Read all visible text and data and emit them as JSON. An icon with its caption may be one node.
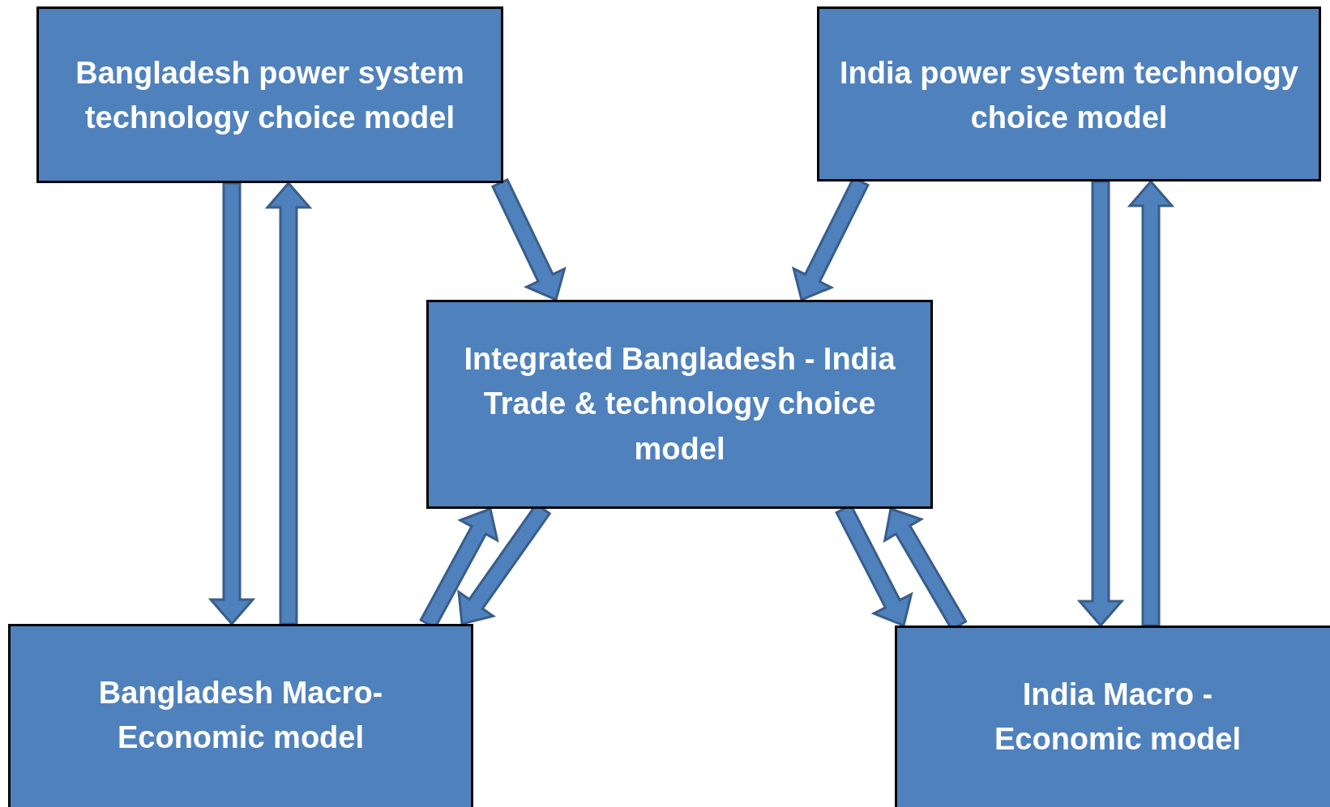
{
  "diagram": {
    "nodes": [
      {
        "text": [
          "Bangladesh power system technology choice model"
        ]
      },
      {
        "text": [
          "India power system technology choice model"
        ]
      },
      {
        "text": [
          "Integrated Bangladesh - India Trade & technology choice model"
        ]
      },
      {
        "text": [
          "Bangladesh Macro-Economic model"
        ]
      },
      {
        "text": [
          "India Macro - Economic model"
        ]
      }
    ],
    "edges": [
      {
        "from": 0,
        "to": 3,
        "arrow": "to"
      },
      {
        "from": 3,
        "to": 0,
        "arrow": "to"
      },
      {
        "from": 0,
        "to": 2,
        "arrow": "to"
      },
      {
        "from": 1,
        "to": 2,
        "arrow": "to"
      },
      {
        "from": 2,
        "to": 3,
        "arrow": "to"
      },
      {
        "from": 3,
        "to": 2,
        "arrow": "to"
      },
      {
        "from": 2,
        "to": 4,
        "arrow": "to"
      },
      {
        "from": 4,
        "to": 2,
        "arrow": "to"
      },
      {
        "from": 1,
        "to": 4,
        "arrow": "to"
      },
      {
        "from": 4,
        "to": 1,
        "arrow": "to"
      }
    ]
  }
}
